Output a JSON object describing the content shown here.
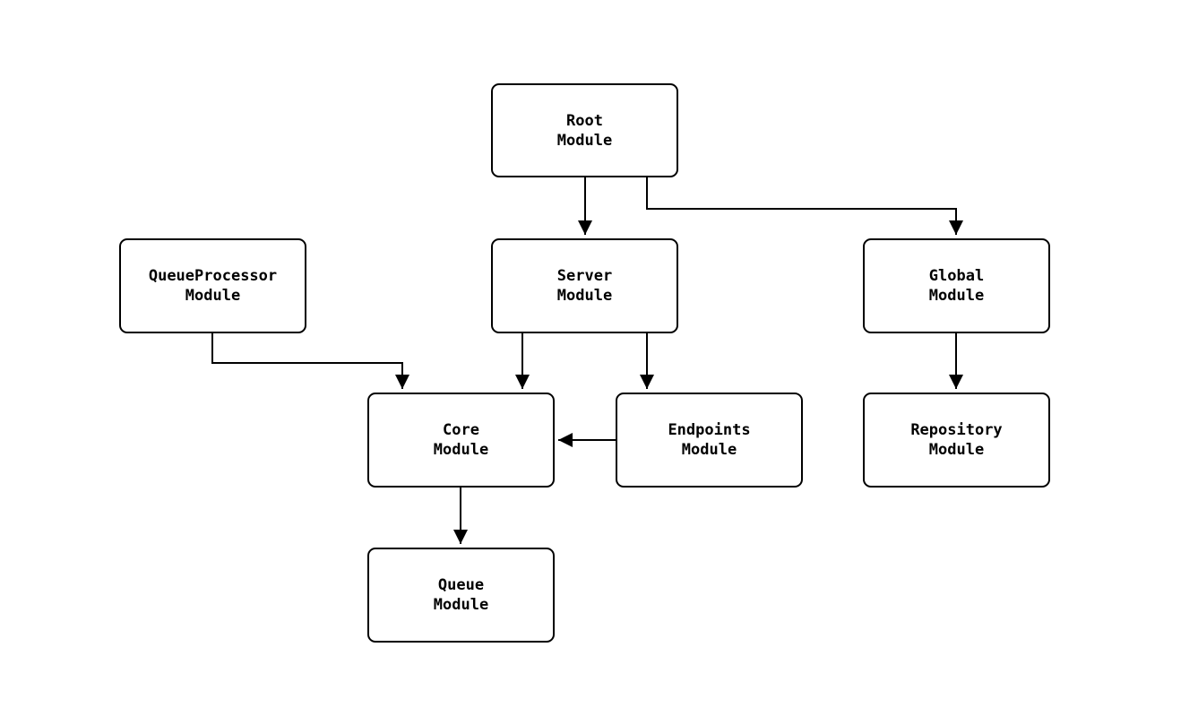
{
  "diagram": {
    "type": "module-dependency-graph",
    "background_color": "#ffffff",
    "node_style": {
      "fill": "#ffffff",
      "border_color": "#000000",
      "text_color": "#000000"
    },
    "edge_color": "#000000",
    "nodes": {
      "root": {
        "label": "Root\nModule"
      },
      "queueprocessor": {
        "label": "QueueProcessor\nModule"
      },
      "server": {
        "label": "Server\nModule"
      },
      "global": {
        "label": "Global\nModule"
      },
      "core": {
        "label": "Core\nModule"
      },
      "endpoints": {
        "label": "Endpoints\nModule"
      },
      "repository": {
        "label": "Repository\nModule"
      },
      "queue": {
        "label": "Queue\nModule"
      }
    },
    "edges": [
      {
        "from": "Root Module",
        "to": "Server Module"
      },
      {
        "from": "Root Module",
        "to": "Global Module"
      },
      {
        "from": "QueueProcessor Module",
        "to": "Core Module"
      },
      {
        "from": "Server Module",
        "to": "Core Module"
      },
      {
        "from": "Server Module",
        "to": "Endpoints Module"
      },
      {
        "from": "Endpoints Module",
        "to": "Core Module"
      },
      {
        "from": "Global Module",
        "to": "Repository Module"
      },
      {
        "from": "Core Module",
        "to": "Queue Module"
      }
    ]
  }
}
